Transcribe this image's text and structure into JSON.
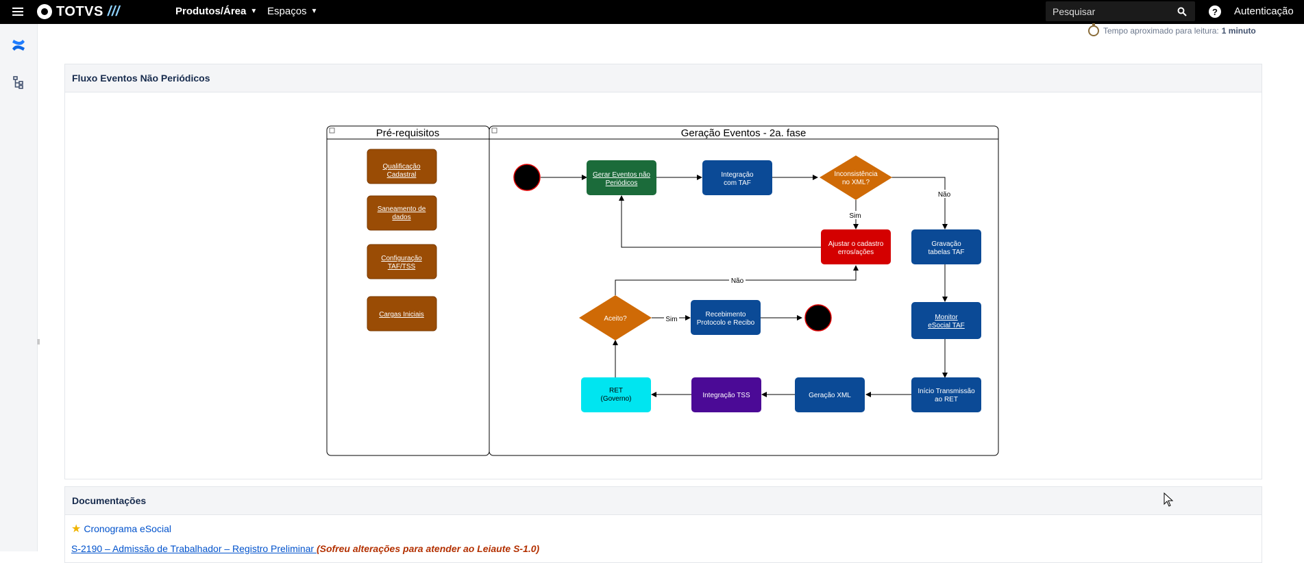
{
  "header": {
    "brand": "TOTVS",
    "brand_suffix": "///",
    "nav": [
      {
        "label": "Produtos/Área"
      },
      {
        "label": "Espaços"
      }
    ],
    "search": {
      "placeholder": "Pesquisar"
    },
    "auth_label": "Autenticação"
  },
  "reading_time": {
    "label": "Tempo aproximado para leitura:",
    "value": "1 minuto"
  },
  "panels": {
    "flow_title": "Fluxo Eventos Não Periódicos",
    "docs_title": "Documentações"
  },
  "diagram": {
    "lane_prereq_title": "Pré-requisitos",
    "lane_geracao_title": "Geração Eventos - 2a. fase",
    "prereq": [
      {
        "l1": "Qualificação",
        "l2": "Cadastral"
      },
      {
        "l1": "Saneamento de",
        "l2": "dados"
      },
      {
        "l1": "Configuração",
        "l2": "TAF/TSS"
      },
      {
        "l1": "Cargas Iniciais",
        "l2": ""
      }
    ],
    "nodes": {
      "gerar": {
        "l1": "Gerar Eventos não",
        "l2": "Periódicos"
      },
      "integ_taf": {
        "l1": "Integração",
        "l2": "com TAF"
      },
      "inconsist": {
        "l1": "Inconsistência",
        "l2": "no XML?"
      },
      "ajustar": {
        "l1": "Ajustar o cadastro",
        "l2": "erros/ações"
      },
      "gravacao": {
        "l1": "Gravação",
        "l2": "tabelas TAF"
      },
      "monitor": {
        "l1": "Monitor",
        "l2": "eSocial TAF"
      },
      "inicio": {
        "l1": "Início Transmissão",
        "l2": "ao RET"
      },
      "geracao_xml": {
        "l1": "Geração XML"
      },
      "integ_tss": {
        "l1": "Integração TSS"
      },
      "ret": {
        "l1": "RET",
        "l2": "(Governo)"
      },
      "aceito": {
        "l1": "Aceito?"
      },
      "recebimento": {
        "l1": "Recebimento",
        "l2": "Protocolo e Recibo"
      }
    },
    "labels": {
      "sim1": "Sim",
      "nao1": "Não",
      "nao2": "Não",
      "sim2": "Sim"
    }
  },
  "docs": [
    {
      "label": "Cronograma eSocial"
    },
    {
      "label": "S-2190 – Admissão de Trabalhador – Registro Preliminar ",
      "note": "(Sofreu alterações para atender ao Leiaute S-1.0)"
    }
  ],
  "colors": {
    "prereq": "#9a4c05",
    "green": "#1b6b3a",
    "blue": "#0b4a96",
    "orange": "#cf6a06",
    "red": "#d40000",
    "purple": "#4b0a96",
    "cyan": "#00e5f0"
  }
}
